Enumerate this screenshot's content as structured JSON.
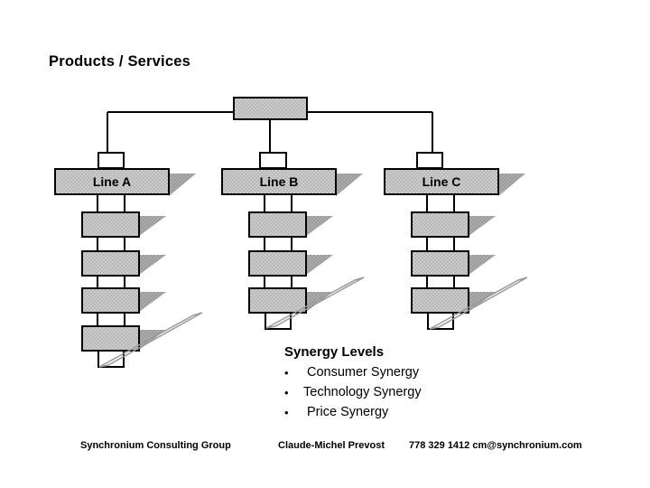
{
  "page": {
    "title": "Products / Services",
    "background": "#ffffff"
  },
  "diagram": {
    "type": "hierarchy-org-chart",
    "root": {
      "label": ""
    },
    "branches": [
      {
        "label": "Line A",
        "children_count": 4
      },
      {
        "label": "Line B",
        "children_count": 3
      },
      {
        "label": "Line C",
        "children_count": 3
      }
    ],
    "colors": {
      "box_fill": "#c3c3c3",
      "box_border": "#000000",
      "shadow_fill": "#a5a5a5",
      "swoosh_outline": "#9a9a9a"
    }
  },
  "synergy": {
    "title": "Synergy Levels",
    "bullet_char": "•",
    "items": [
      "Consumer Synergy",
      "Technology Synergy",
      "Price Synergy"
    ]
  },
  "footer": {
    "company": "Synchronium Consulting Group",
    "author": "Claude-Michel Prevost",
    "contact": "778 329 1412 cm@synchronium.com"
  }
}
